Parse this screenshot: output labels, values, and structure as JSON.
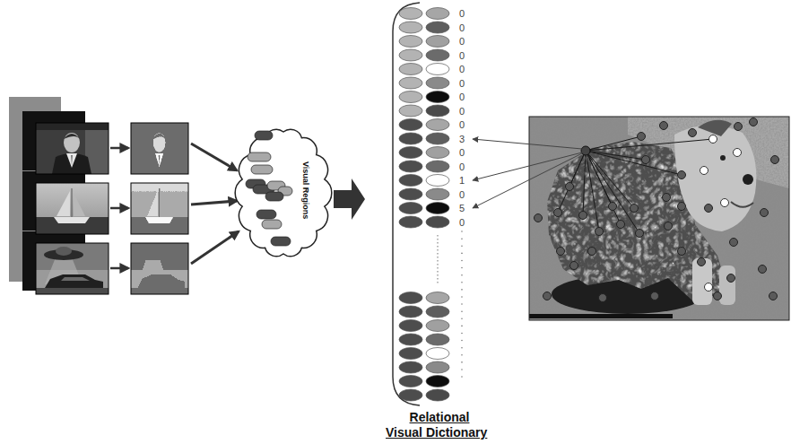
{
  "diagram": {
    "caption": "Relational Visual Dictionary",
    "nodes": [
      {
        "text": [
          "Visual Regions"
        ]
      }
    ],
    "labels": [
      "0",
      "0",
      "0",
      "0",
      "0",
      "0",
      "0",
      "0",
      "0",
      "3",
      "0",
      "0",
      "1",
      "0",
      "5",
      "0"
    ]
  }
}
